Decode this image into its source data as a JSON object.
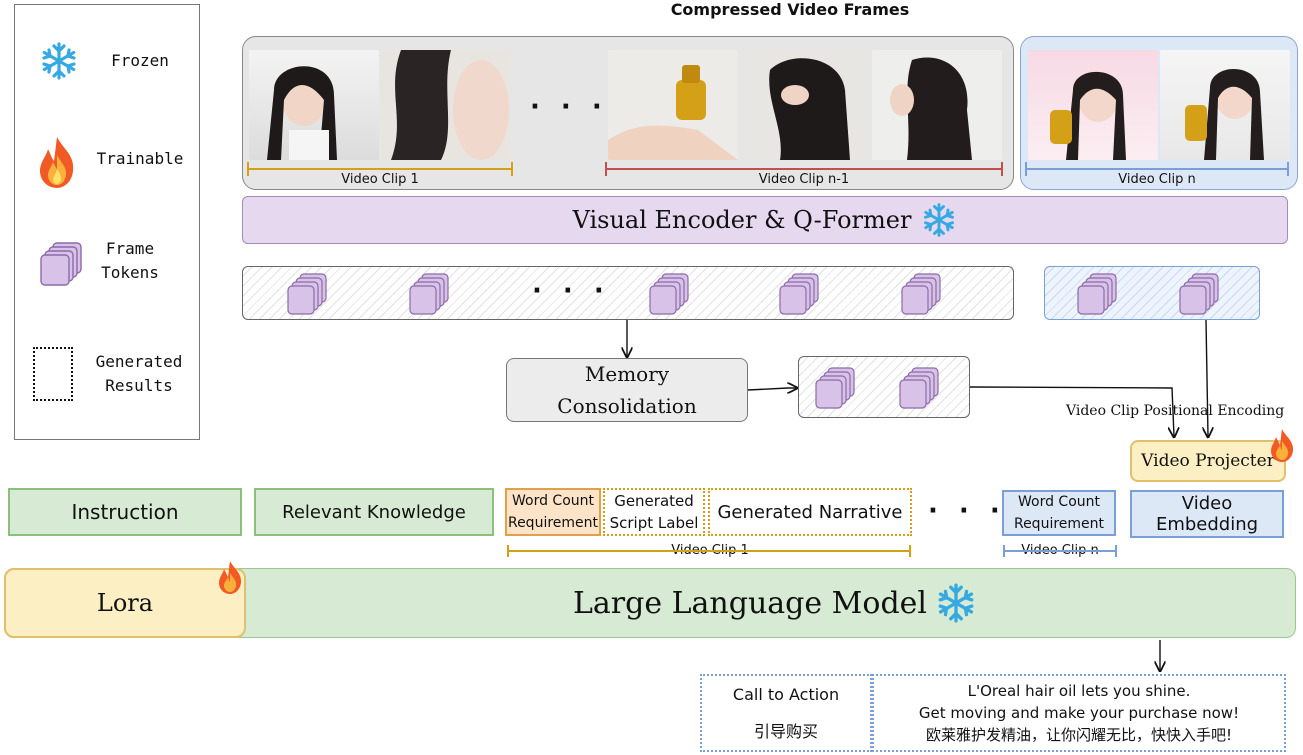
{
  "legend": {
    "frozen": "Frozen",
    "trainable": "Trainable",
    "frame_tokens_line1": "Frame",
    "frame_tokens_line2": "Tokens",
    "generated_line1": "Generated",
    "generated_line2": "Results"
  },
  "title": "Compressed Video Frames",
  "clips": {
    "clip1": "Video Clip 1",
    "clipn1": "Video Clip n-1",
    "clipn": "Video Clip n"
  },
  "ellipsis": "· · ·",
  "encoder": "Visual Encoder & Q-Former",
  "memory": {
    "line1": "Memory",
    "line2": "Consolidation"
  },
  "positional_encoding": "Video Clip Positional Encoding",
  "projector": "Video Projecter",
  "inputs": {
    "instruction": "Instruction",
    "knowledge": "Relevant Knowledge",
    "word_count_line1": "Word Count",
    "word_count_line2": "Requirement",
    "script_label_line1": "Generated",
    "script_label_line2": "Script Label",
    "narrative": "Generated Narrative",
    "clip1_span": "Video Clip 1",
    "wc_n_line1": "Word Count",
    "wc_n_line2": "Requirement",
    "clipn_span": "Video Clip n",
    "video_embedding": "Video Embedding"
  },
  "lora": "Lora",
  "llm": "Large Language Model",
  "output": {
    "cta_label": "Call to Action",
    "cta_cn": "引导购买",
    "line1": "L'Oreal hair oil lets you shine.",
    "line2": "Get moving and make your purchase now!",
    "line3": "欧莱雅护发精油，让你闪耀无比，快快入手吧!"
  },
  "colors": {
    "clip1": "#d4a017",
    "clipn1": "#c0504d",
    "clipn": "#7a9ed6",
    "frozen": "#36a9e1",
    "purple": "#e6d8ee",
    "green": "#d7ebd4"
  },
  "icons": [
    "snowflake-icon",
    "flame-icon",
    "frame-tokens-icon"
  ]
}
